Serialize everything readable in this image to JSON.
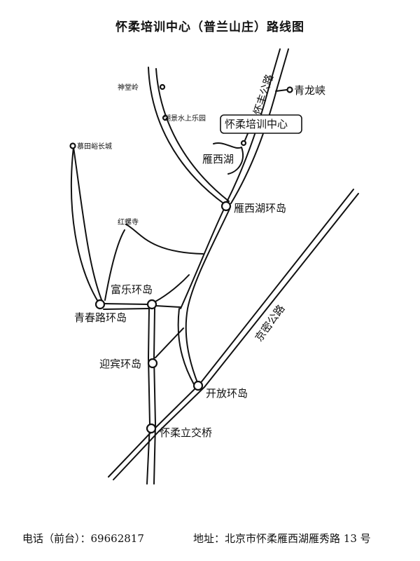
{
  "title": "怀柔培训中心（普兰山庄）路线图",
  "places": {
    "shentangyu": "神堂岭",
    "hujingshui": "湖景水上乐园",
    "mutianyu": "慕田峪长城",
    "hongluosi": "红螺寺",
    "qinglongxia": "青龙峡",
    "training_center": "怀柔培训中心",
    "yanxihu": "雁西湖",
    "yanxihu_rb": "雁西湖环岛",
    "fule_rb": "富乐环岛",
    "qingchunlu_rb": "青春路环岛",
    "yingbin_rb": "迎宾环岛",
    "kaifang_rb": "开放环岛",
    "huairou_bridge": "怀柔立交桥"
  },
  "roads": {
    "huaifeng": "怀丰公路",
    "jingmi": "京密公路"
  },
  "footer": {
    "phone_label": "电话（前台）：",
    "phone": "69662817",
    "address_label": "地址：",
    "address": "北京市怀柔雁西湖雁秀路 13 号"
  }
}
